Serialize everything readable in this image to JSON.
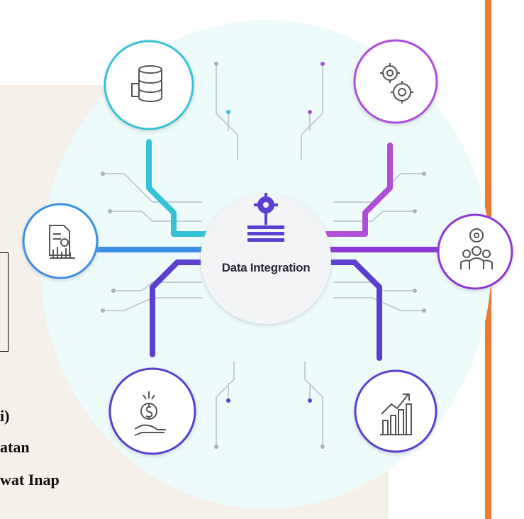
{
  "center": {
    "label": "Data Integration"
  },
  "side_text": {
    "line1": "i)",
    "line2": "atan",
    "line3": "wat Inap"
  },
  "nodes": [
    {
      "name": "data-storage-icon",
      "color": "#36c2d6"
    },
    {
      "name": "report-document-icon",
      "color": "#3b8fe6"
    },
    {
      "name": "money-hand-icon",
      "color": "#5a3fd0"
    },
    {
      "name": "gears-icon",
      "color": "#b04ed9"
    },
    {
      "name": "team-gear-icon",
      "color": "#8e36d6"
    },
    {
      "name": "growth-chart-icon",
      "color": "#5a3fd0"
    }
  ],
  "colors": {
    "orange": "#e87a33",
    "beige": "#f5f1ea",
    "backdrop": "#eefbfb"
  }
}
